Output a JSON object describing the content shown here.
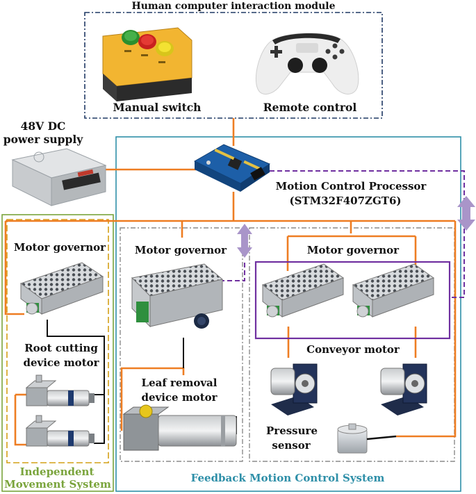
{
  "hci_module": {
    "title": "Human computer interaction module",
    "manual_switch_label": "Manual switch",
    "remote_control_label": "Remote control"
  },
  "power_supply": {
    "line1": "48V DC",
    "line2": "power supply"
  },
  "processor": {
    "line1": "Motion Control Processor",
    "line2": "(STM32F407ZGT6)"
  },
  "independent_system": {
    "governor_label": "Motor governor",
    "motor_label_line1": "Root cutting",
    "motor_label_line2": "device motor",
    "title_line1": "Independent",
    "title_line2": "Movement System"
  },
  "leaf_removal": {
    "governor_label": "Motor governor",
    "motor_label_line1": "Leaf removal",
    "motor_label_line2": "device motor"
  },
  "conveyor": {
    "governor_label": "Motor governor",
    "motor_label": "Conveyor motor",
    "sensor_label_line1": "Pressure",
    "sensor_label_line2": "sensor"
  },
  "feedback_system_title": "Feedback Motion Control System",
  "colors": {
    "hci_border": "#1f3864",
    "feedback_border": "#2e8fa8",
    "independent_border": "#7aa43c",
    "dashed_gold": "#d4a017",
    "dashed_gray": "#8a8a8a",
    "wire_orange": "#ee7d22",
    "feedback_purple": "#7030a0",
    "arrow_lilac": "#a995c9",
    "title_teal": "#2e8fa8",
    "title_green": "#7aa43c"
  }
}
